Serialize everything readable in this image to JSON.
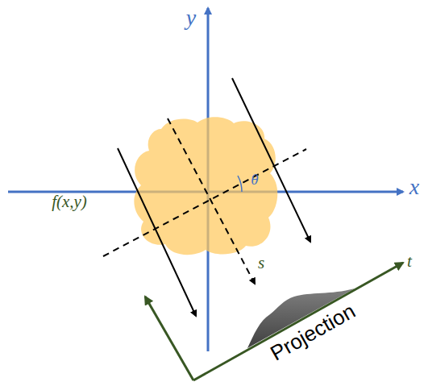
{
  "diagram": {
    "labels": [
      "y",
      "x",
      "θ",
      "f(x,y)",
      "s",
      "t",
      "Projection"
    ]
  }
}
